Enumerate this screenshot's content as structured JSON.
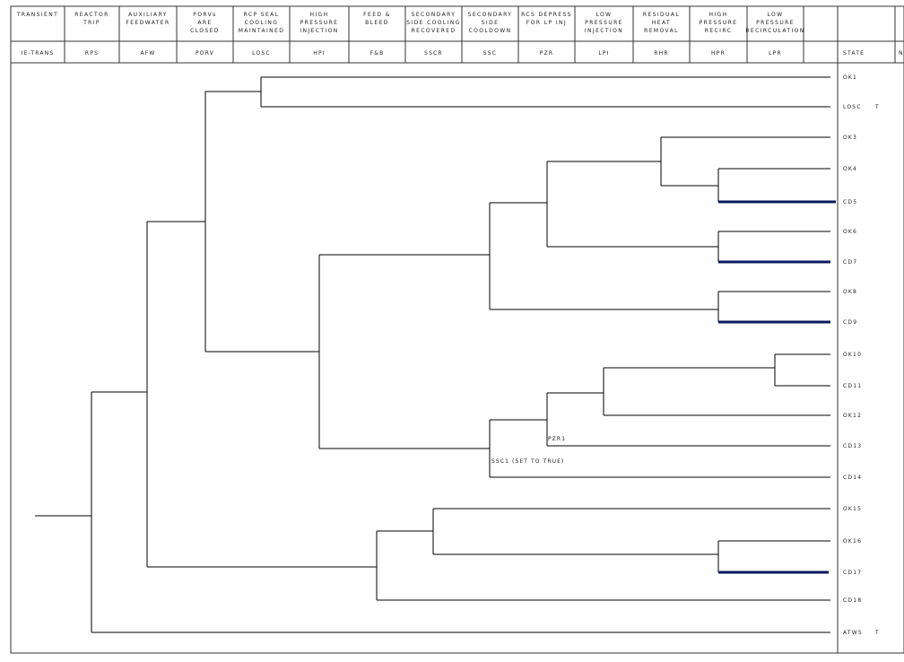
{
  "columns": [
    {
      "title": [
        "TRANSIENT"
      ],
      "abbr": "IE-TRANS"
    },
    {
      "title": [
        "REACTOR",
        "TRIP"
      ],
      "abbr": "RPS"
    },
    {
      "title": [
        "AUXILIARY",
        "FEEDWATER"
      ],
      "abbr": "AFW"
    },
    {
      "title": [
        "PORVs",
        "ARE",
        "CLOSED"
      ],
      "abbr": "PORV"
    },
    {
      "title": [
        "RCP SEAL",
        "COOLING",
        "MAINTAINED"
      ],
      "abbr": "LOSC"
    },
    {
      "title": [
        "HIGH",
        "PRESSURE",
        "INJECTION"
      ],
      "abbr": "HPI"
    },
    {
      "title": [
        "FEED &",
        "BLEED"
      ],
      "abbr": "F&B"
    },
    {
      "title": [
        "SECONDARY",
        "SIDE COOLING",
        "RECOVERED"
      ],
      "abbr": "SSCR"
    },
    {
      "title": [
        "SECONDARY",
        "SIDE",
        "COOLDOWN"
      ],
      "abbr": "SSC"
    },
    {
      "title": [
        "RCS DEPRESS",
        "FOR LP INJ"
      ],
      "abbr": "PZR"
    },
    {
      "title": [
        "LOW",
        "PRESSURE",
        "INJECTION"
      ],
      "abbr": "LPI"
    },
    {
      "title": [
        "RESIDUAL",
        "HEAT",
        "REMOVAL"
      ],
      "abbr": "RHR"
    },
    {
      "title": [
        "HIGH",
        "PRESSURE",
        "RECIRC"
      ],
      "abbr": "HPR"
    },
    {
      "title": [
        "LOW",
        "PRESSURE",
        "RECIRCULATION"
      ],
      "abbr": "LPR"
    }
  ],
  "state_header": "STATE",
  "extra_header": "N",
  "sequences": [
    {
      "state": "OK1",
      "mark": ""
    },
    {
      "state": "LOSC",
      "mark": "T"
    },
    {
      "state": "OK3",
      "mark": ""
    },
    {
      "state": "OK4",
      "mark": ""
    },
    {
      "state": "CD5",
      "mark": ""
    },
    {
      "state": "OK6",
      "mark": ""
    },
    {
      "state": "CD7",
      "mark": ""
    },
    {
      "state": "OK8",
      "mark": ""
    },
    {
      "state": "CD9",
      "mark": ""
    },
    {
      "state": "OK10",
      "mark": ""
    },
    {
      "state": "CD11",
      "mark": ""
    },
    {
      "state": "OK12",
      "mark": ""
    },
    {
      "state": "CD13",
      "mark": ""
    },
    {
      "state": "CD14",
      "mark": ""
    },
    {
      "state": "OK15",
      "mark": ""
    },
    {
      "state": "OK16",
      "mark": ""
    },
    {
      "state": "CD17",
      "mark": ""
    },
    {
      "state": "CD18",
      "mark": ""
    },
    {
      "state": "ATWS",
      "mark": "T"
    }
  ],
  "branch_labels": {
    "pzr1": "PZR1",
    "ssc1": "SSC1 (SET TO TRUE)"
  },
  "colors": {
    "highlight": "#0a1a5e",
    "line": "#000000"
  }
}
